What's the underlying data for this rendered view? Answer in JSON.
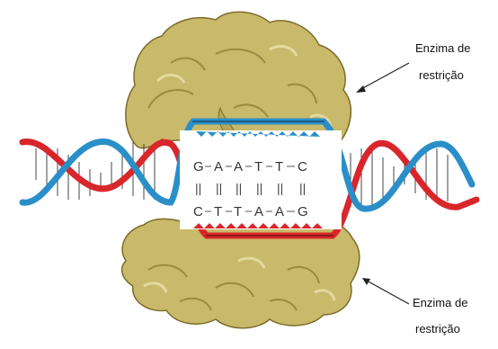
{
  "labels": {
    "top": [
      "Enzima de",
      "restrição"
    ],
    "bottom": [
      "Enzima de",
      "restrição"
    ]
  },
  "sequence": {
    "top": [
      "G",
      "A",
      "A",
      "T",
      "T",
      "C"
    ],
    "bottom": [
      "C",
      "T",
      "T",
      "A",
      "A",
      "G"
    ],
    "pair_mark": "||"
  },
  "colors": {
    "strand_red": "#d8262b",
    "strand_blue": "#2a8fc8",
    "enzyme": "#c9b96a",
    "enzyme_shade": "#9c8b3e",
    "enzyme_light": "#e4d9a0"
  }
}
